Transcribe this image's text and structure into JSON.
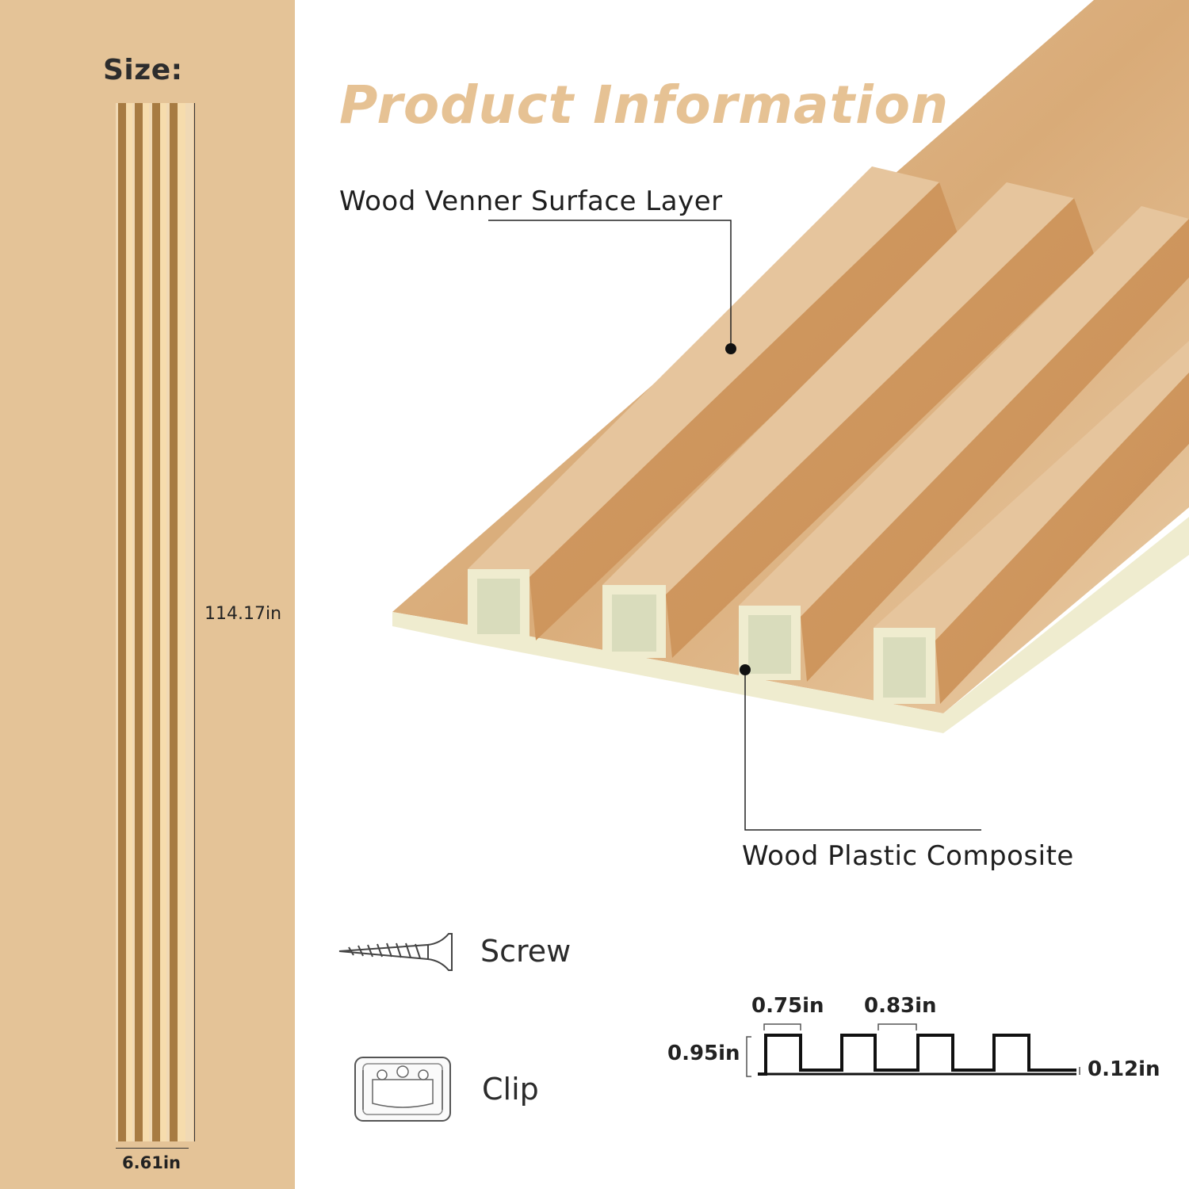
{
  "size": {
    "label": "Size:",
    "length": "114.17in",
    "width": "6.61in"
  },
  "product": {
    "title": "Product Information",
    "surface_layer": "Wood Venner Surface Layer",
    "core": "Wood Plastic Composite"
  },
  "accessories": {
    "screw": "Screw",
    "clip": "Clip"
  },
  "profile_dimensions": {
    "fin_width": "0.75in",
    "gap_width": "0.83in",
    "height": "0.95in",
    "base_thickness": "0.12in"
  },
  "colors": {
    "panel_bg": "#e4c397",
    "title": "#e6c294",
    "wood_light": "#e8c9a3",
    "wood_dark": "#cf9f6c",
    "core": "#efeccf"
  }
}
